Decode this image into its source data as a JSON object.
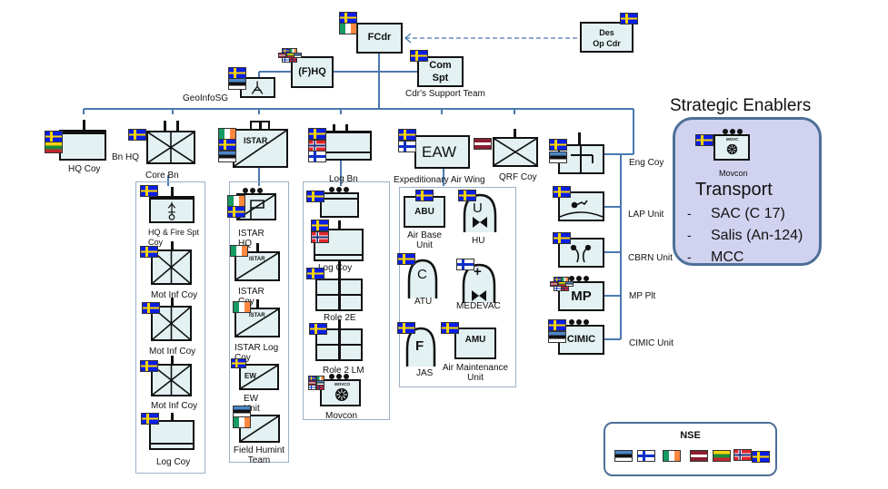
{
  "colors": {
    "connector": "#4a79b0",
    "unit_fill": "#e3f1f3",
    "enablers_fill": "#d1d2ef",
    "enablers_border": "#4d6f97"
  },
  "flags": {
    "SE": "Sweden",
    "IE": "Ireland",
    "EE": "Estonia",
    "FI": "Finland",
    "LV": "Latvia",
    "LT": "Lithuania",
    "NO": "Norway"
  },
  "command": {
    "fcdr": {
      "label": "FCdr",
      "flags": [
        "SE",
        "IE"
      ]
    },
    "des_op_cdr": {
      "line1": "Des",
      "line2": "Op Cdr",
      "flags": [
        "SE"
      ]
    },
    "fhq": {
      "label": "(F)HQ",
      "flags": [
        "SE",
        "IE",
        "LV",
        "LT",
        "EE",
        "FI",
        "NO"
      ]
    },
    "com_spt": {
      "line1": "Com",
      "line2": "Spt",
      "caption": "Cdr's Support Team",
      "flags": [
        "SE"
      ]
    },
    "geoinfo": {
      "caption": "GeoInfoSG",
      "flags": [
        "SE",
        "EE"
      ]
    }
  },
  "units": {
    "hq_coy": {
      "caption": "HQ Coy",
      "flags": [
        "SE",
        "LT"
      ]
    },
    "bn_hq": {
      "caption": "Bn HQ"
    },
    "core_bn": {
      "caption": "Core  Bn",
      "flags": [
        "SE"
      ]
    },
    "istar_bn": {
      "label": "ISTAR",
      "flags": [
        "IE",
        "SE",
        "EE"
      ]
    },
    "log_bn": {
      "caption": "Log  Bn",
      "flags": [
        "SE",
        "NO",
        "FI"
      ]
    },
    "eaw": {
      "label": "EAW",
      "caption": "Expeditionary  Air Wing",
      "flags": [
        "SE",
        "FI"
      ]
    },
    "qrf_coy": {
      "caption": "QRF Coy",
      "flags": [
        "LV"
      ]
    },
    "eng_coy": {
      "caption": "Eng Coy",
      "flags": [
        "SE",
        "EE"
      ]
    },
    "lap_unit": {
      "caption": "LAP Unit",
      "flags": [
        "SE"
      ]
    },
    "cbrn_unit": {
      "caption": "CBRN Unit",
      "flags": [
        "SE"
      ]
    },
    "mp_plt": {
      "label": "MP",
      "caption": "MP Plt",
      "flags": [
        "SE",
        "IE",
        "LV",
        "LT",
        "EE",
        "FI",
        "NO"
      ]
    },
    "cimic_unit": {
      "label": "CIMIC",
      "caption": "CIMIC Unit",
      "flags": [
        "SE",
        "EE"
      ]
    }
  },
  "core_bn_sub": [
    {
      "caption": "HQ & Fire Spt Coy",
      "flags": [
        "SE"
      ]
    },
    {
      "caption": "Mot Inf Coy",
      "flags": [
        "SE"
      ]
    },
    {
      "caption": "Mot Inf Coy",
      "flags": [
        "SE"
      ]
    },
    {
      "caption": "Mot Inf Coy",
      "flags": [
        "SE"
      ]
    },
    {
      "caption": "Log Coy",
      "flags": [
        "SE"
      ]
    }
  ],
  "istar_sub": [
    {
      "caption": "ISTAR HQ",
      "flags": [
        "IE",
        "SE"
      ]
    },
    {
      "label": "ISTAR",
      "caption": "ISTAR Coy",
      "flags": [
        "IE"
      ]
    },
    {
      "label": "ISTAR",
      "caption": "ISTAR Log Coy",
      "flags": [
        "IE"
      ]
    },
    {
      "label": "EW",
      "caption": "EW Unit",
      "flags": [
        "SE"
      ]
    },
    {
      "caption": "Field Humint Team",
      "flags": [
        "EE",
        "IE"
      ]
    }
  ],
  "log_sub": [
    {
      "caption": "",
      "flags": [
        "SE"
      ]
    },
    {
      "caption": "Log Coy",
      "flags": [
        "SE",
        "NO"
      ]
    },
    {
      "caption": "Role 2E",
      "flags": [
        "SE"
      ]
    },
    {
      "caption": "Role 2 LM",
      "flags": [
        "SE"
      ]
    },
    {
      "label": "MOVCO",
      "caption": "Movcon",
      "flags": [
        "SE",
        "IE",
        "LV",
        "EE",
        "FI",
        "NO"
      ]
    }
  ],
  "eaw_sub": [
    {
      "label": "ABU",
      "caption": "Air Base Unit",
      "flags": [
        "SE"
      ]
    },
    {
      "label": "U",
      "caption": "HU",
      "flags": [
        "SE"
      ]
    },
    {
      "label": "C",
      "caption": "ATU",
      "flags": [
        "SE"
      ]
    },
    {
      "label": "+",
      "caption": "MEDEVAC",
      "flags": [
        "FI"
      ]
    },
    {
      "label": "F",
      "caption": "JAS",
      "flags": [
        "SE"
      ]
    },
    {
      "label": "AMU",
      "caption": "Air Maintenance Unit",
      "flags": [
        "SE"
      ]
    }
  ],
  "strategic_enablers": {
    "title": "Strategic Enablers",
    "movcon": {
      "label": "MOVC",
      "caption": "Movcon",
      "flags": [
        "SE"
      ]
    },
    "transport_title": "Transport",
    "items": [
      {
        "dash": "-",
        "text": "SAC (C 17)"
      },
      {
        "dash": "-",
        "text": "Salis (An-124)"
      },
      {
        "dash": "-",
        "text": "MCC"
      }
    ]
  },
  "nse": {
    "title": "NSE",
    "flags": [
      "EE",
      "FI",
      "IE",
      "LV",
      "LT",
      "NO",
      "SE"
    ]
  }
}
